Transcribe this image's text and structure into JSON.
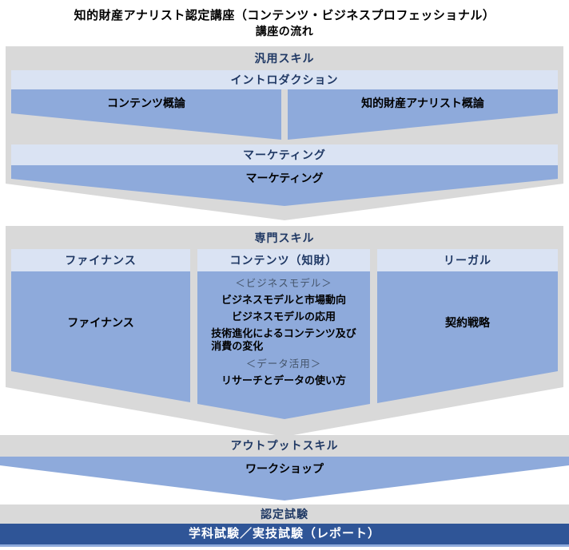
{
  "title": {
    "line1": "知的財産アナリスト認定講座（コンテンツ・ビジネスプロフェッショナル）",
    "line2": "講座の流れ"
  },
  "general": {
    "label": "汎用スキル",
    "intro_header": "イントロダクション",
    "intro_left_box": "コンテンツ概論",
    "intro_right_box": "知的財産アナリスト概論",
    "marketing_header": "マーケティング",
    "marketing_box": "マーケティング"
  },
  "specialized": {
    "label": "専門スキル",
    "finance": {
      "header": "ファイナンス",
      "box": "ファイナンス"
    },
    "content": {
      "header": "コンテンツ（知財）",
      "items": [
        {
          "text": "＜ビジネスモデル＞",
          "style": "sub"
        },
        {
          "text": "ビジネスモデルと市場動向",
          "style": "item"
        },
        {
          "text": "ビジネスモデルの応用",
          "style": "item"
        },
        {
          "text": "技術進化によるコンテンツ及び\n消費の変化",
          "style": "item"
        },
        {
          "text": "＜データ活用＞",
          "style": "sub"
        },
        {
          "text": "リサーチとデータの使い方",
          "style": "item"
        }
      ]
    },
    "legal": {
      "header": "リーガル",
      "box": "契約戦略"
    }
  },
  "output": {
    "label": "アウトプットスキル",
    "box": "ワークショップ"
  },
  "exam": {
    "label": "認定試験",
    "bar": "学科試験／実技試験（レポート）"
  },
  "colors": {
    "gray": "#D9D9D9",
    "light_blue": "#DAE3F3",
    "mid_blue": "#8EAADB",
    "navy": "#2F5597",
    "heading_text": "#1F3864",
    "sub_text": "#44546A"
  }
}
